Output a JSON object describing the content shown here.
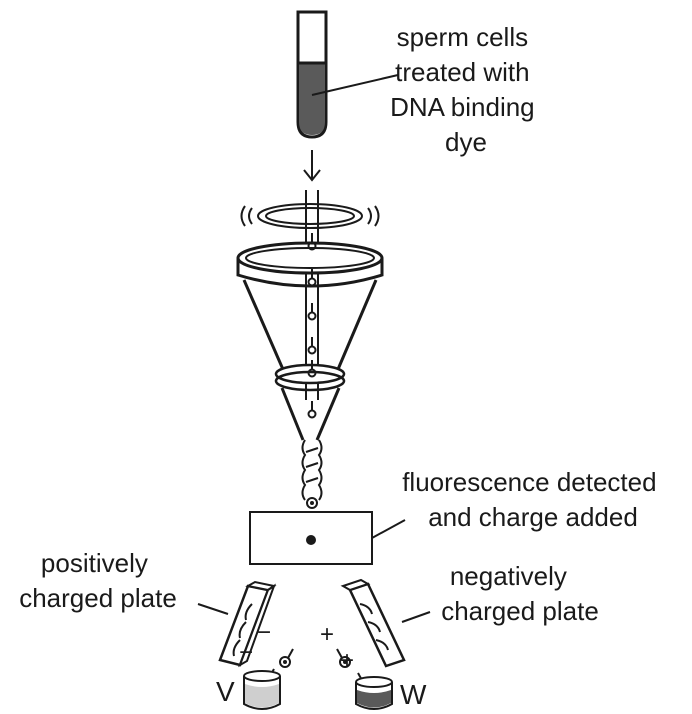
{
  "labels": {
    "sample": [
      "sperm cells",
      "treated with",
      "DNA binding",
      "dye"
    ],
    "detector": [
      "fluorescence detected",
      "and charge added"
    ],
    "positive_plate": [
      "positively",
      "charged plate"
    ],
    "negative_plate": [
      "negatively",
      "charged plate"
    ],
    "tube_v": "V",
    "tube_w": "W"
  },
  "charges": {
    "minus": "−",
    "plus": "+"
  },
  "colors": {
    "ink": "#1a1a1a",
    "dark_fill": "#5a5a5a",
    "light_fill": "#cfcfcf"
  }
}
